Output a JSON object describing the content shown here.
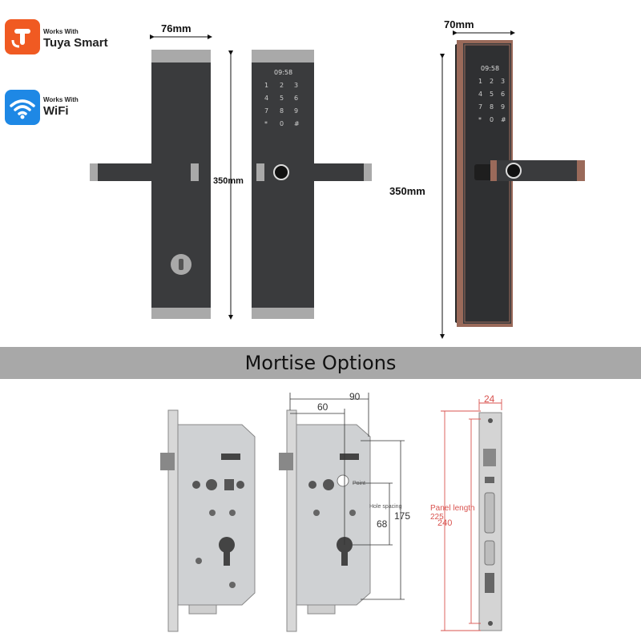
{
  "badges": {
    "tuya": {
      "small": "Works With",
      "big": "Tuya Smart",
      "color": "#f05a22"
    },
    "wifi": {
      "small": "Works With",
      "big": "WiFi",
      "color": "#1e88e5"
    }
  },
  "lock": {
    "width_label": "76mm",
    "height_label": "350mm",
    "side_width_label": "70mm",
    "side_height_label": "350mm",
    "screen_time": "09:58",
    "keypad": [
      "1",
      "2",
      "3",
      "4",
      "5",
      "6",
      "7",
      "8",
      "9",
      "*",
      "0",
      "#"
    ],
    "body_color": "#3a3b3d",
    "trim_color": "#a9a9a9",
    "side_trim_color": "#9a6a5a"
  },
  "banner": {
    "title": "Mortise Options",
    "color": "#a8a8a8"
  },
  "mortise": {
    "dim_90": "90",
    "dim_60": "60",
    "dim_175": "175",
    "dim_68": "68",
    "hole_spacing": "Hole spacing",
    "point_label": "Point",
    "face_width": "24",
    "panel_length_label": "Panel length",
    "panel_225": "225",
    "panel_240": "240",
    "accent_color": "#d9534f"
  }
}
